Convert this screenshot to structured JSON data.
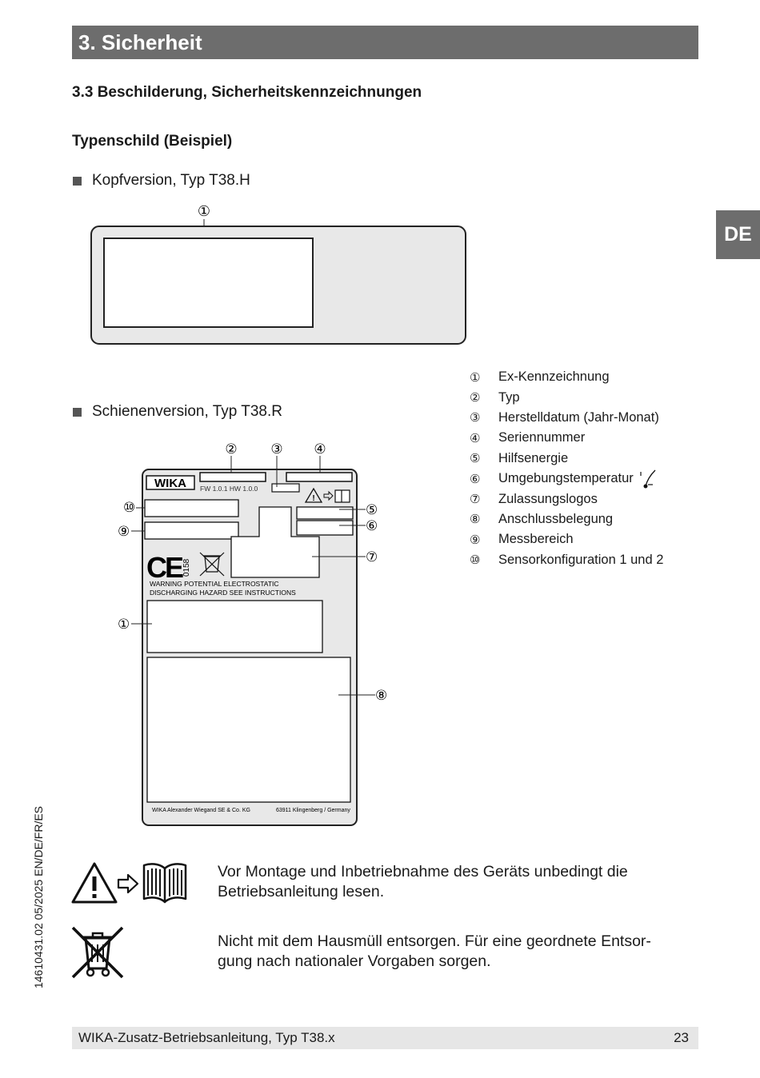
{
  "chapter": {
    "title": "3. Sicherheit"
  },
  "lang_tab": "DE",
  "section": {
    "heading": "3.3  Beschilderung, Sicherheitskennzeichnungen"
  },
  "subheading": "Typenschild (Beispiel)",
  "bullets": [
    "Kopfversion, Typ T38.H",
    "Schienenversion, Typ T38.R"
  ],
  "callouts": {
    "n1": "①",
    "n2": "②",
    "n3": "③",
    "n4": "④",
    "n5": "⑤",
    "n6": "⑥",
    "n7": "⑦",
    "n8": "⑧",
    "n9": "⑨",
    "n10": "⑩"
  },
  "rail_label": {
    "brand": "WIKA",
    "fw_hw": "FW 1.0.1   HW 1.0.0",
    "ce_number": "0158",
    "warning_line1": "WARNING POTENTIAL ELECTROSTATIC",
    "warning_line2": "DISCHARGING HAZARD    SEE INSTRUCTIONS",
    "manufacturer": "WIKA Alexander Wiegand SE & Co. KG",
    "address": "63911 Klingenberg / Germany"
  },
  "legend": [
    {
      "num": "①",
      "label": "Ex-Kennzeichnung"
    },
    {
      "num": "②",
      "label": "Typ"
    },
    {
      "num": "③",
      "label": "Herstelldatum (Jahr-Monat)"
    },
    {
      "num": "④",
      "label": "Seriennummer"
    },
    {
      "num": "⑤",
      "label": "Hilfsenergie"
    },
    {
      "num": "⑥",
      "label": "Umgebungstemperatur"
    },
    {
      "num": "⑦",
      "label": "Zulassungslogos"
    },
    {
      "num": "⑧",
      "label": "Anschlussbelegung"
    },
    {
      "num": "⑨",
      "label": "Messbereich"
    },
    {
      "num": "⑩",
      "label": "Sensorkonfiguration 1 und 2"
    }
  ],
  "notes": [
    {
      "icon": "warning-read-manual-icon",
      "line1": "Vor Montage und Inbetriebnahme des Geräts unbedingt die",
      "line2": "Betriebsanleitung lesen."
    },
    {
      "icon": "crossed-out-bin-icon",
      "line1": "Nicht mit dem Hausmüll entsorgen. Für eine geordnete Entsor-",
      "line2": "gung nach nationaler Vorgaben sorgen."
    }
  ],
  "side_code": "14610431.02 05/2025 EN/DE/FR/ES",
  "footer": {
    "left": "WIKA-Zusatz-Betriebsanleitung, Typ T38.x",
    "page": "23"
  }
}
